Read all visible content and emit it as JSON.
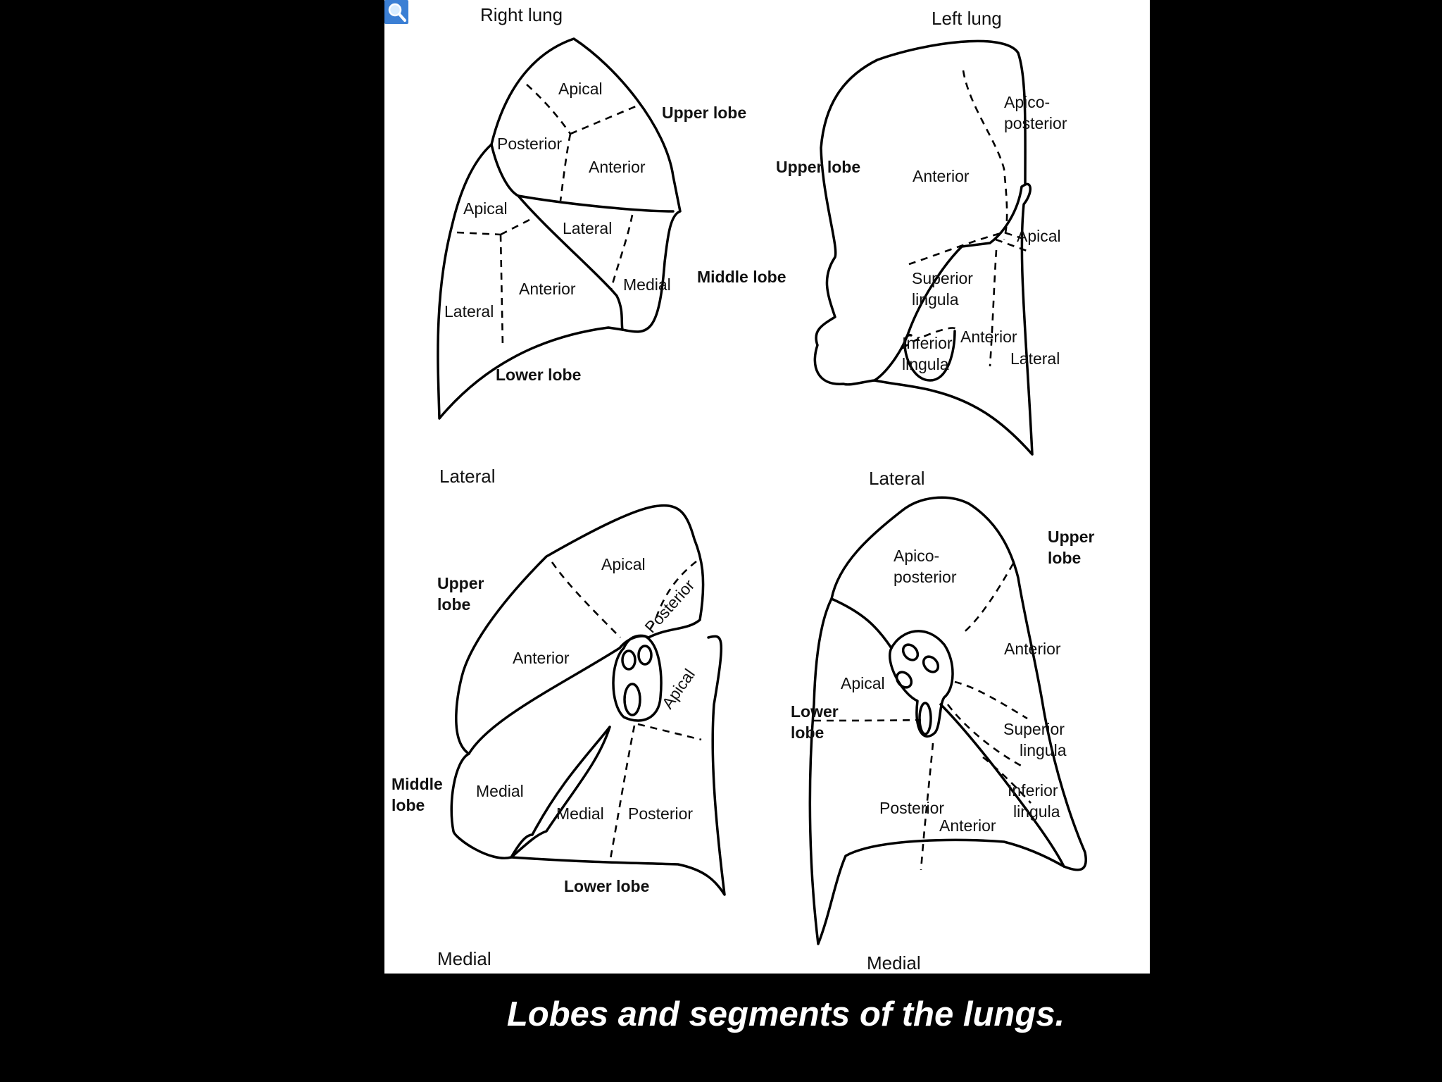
{
  "caption": "Lobes and segments of the lungs.",
  "zoom_icon": "magnifier-icon",
  "colors": {
    "background": "#000000",
    "panel": "#ffffff",
    "zoom_button": "#3b7fd4",
    "ink": "#000000"
  },
  "right_lung_lateral": {
    "title": "Right lung",
    "view": "Lateral",
    "lobes": {
      "upper": "Upper lobe",
      "middle": "Middle lobe",
      "lower": "Lower lobe"
    },
    "segments": {
      "upper_apical": "Apical",
      "upper_posterior": "Posterior",
      "upper_anterior": "Anterior",
      "middle_lateral": "Lateral",
      "middle_medial": "Medial",
      "lower_apical": "Apical",
      "lower_anterior": "Anterior",
      "lower_lateral": "Lateral"
    }
  },
  "left_lung_lateral": {
    "title": "Left lung",
    "view": "Lateral",
    "lobes": {
      "upper": "Upper lobe"
    },
    "segments": {
      "apicoposterior_1": "Apico-",
      "apicoposterior_2": "posterior",
      "anterior": "Anterior",
      "apical": "Apical",
      "superior_lingula_1": "Superior",
      "superior_lingula_2": "lingula",
      "inferior_lingula_1": "Inferior",
      "inferior_lingula_2": "lingula",
      "lower_anterior": "Anterior",
      "lower_lateral": "Lateral"
    }
  },
  "right_lung_medial": {
    "view": "Medial",
    "lobes": {
      "upper_1": "Upper",
      "upper_2": "lobe",
      "middle_1": "Middle",
      "middle_2": "lobe",
      "lower": "Lower lobe"
    },
    "segments": {
      "upper_apical": "Apical",
      "upper_posterior": "Posterior",
      "upper_anterior": "Anterior",
      "lower_apical": "Apical",
      "middle_medial": "Medial",
      "lower_medial": "Medial",
      "lower_posterior": "Posterior"
    }
  },
  "left_lung_medial": {
    "view": "Medial",
    "lobes": {
      "upper_1": "Upper",
      "upper_2": "lobe",
      "lower_1": "Lower",
      "lower_2": "lobe"
    },
    "segments": {
      "apicoposterior_1": "Apico-",
      "apicoposterior_2": "posterior",
      "anterior": "Anterior",
      "lower_apical": "Apical",
      "superior_lingula_1": "Superior",
      "superior_lingula_2": "lingula",
      "inferior_lingula_1": "Inferior",
      "inferior_lingula_2": "lingula",
      "lower_posterior": "Posterior",
      "lower_anterior": "Anterior"
    }
  }
}
